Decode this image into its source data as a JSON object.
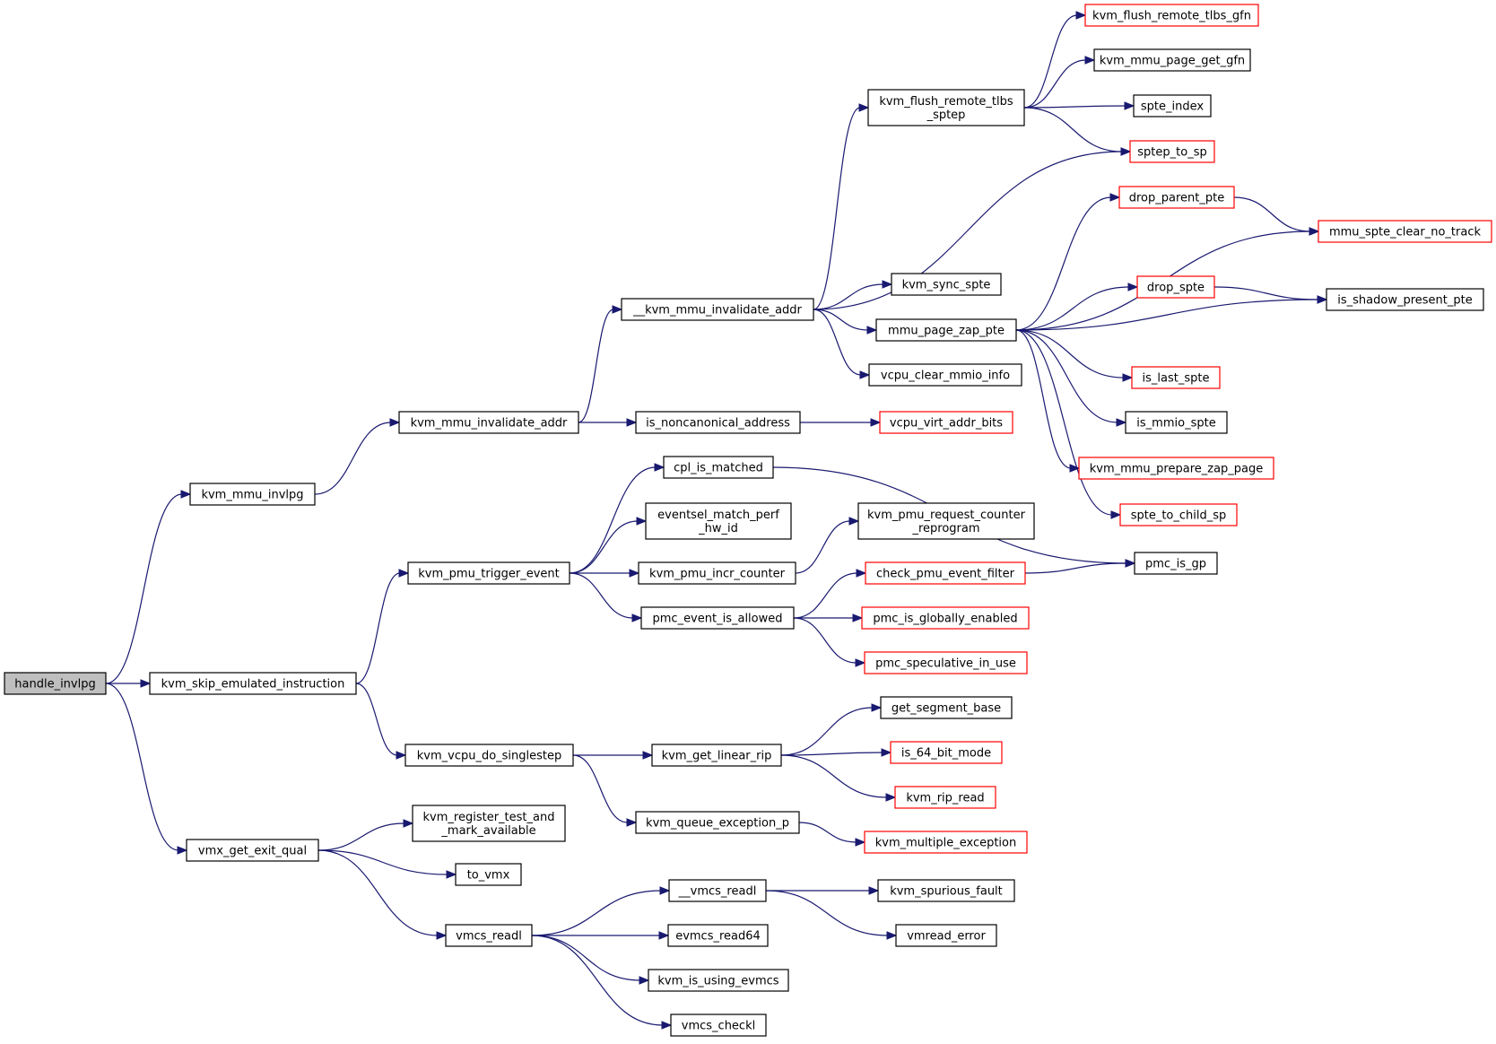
{
  "diagram": {
    "nodes": [
      {
        "id": "handle_invlpg",
        "label": [
          "handle_invlpg"
        ],
        "style": "gray"
      },
      {
        "id": "kvm_mmu_invlpg",
        "label": [
          "kvm_mmu_invlpg"
        ],
        "style": "black"
      },
      {
        "id": "kvm_skip_emulated_instruction",
        "label": [
          "kvm_skip_emulated_instruction"
        ],
        "style": "black"
      },
      {
        "id": "vmx_get_exit_qual",
        "label": [
          "vmx_get_exit_qual"
        ],
        "style": "black"
      },
      {
        "id": "kvm_mmu_invalidate_addr",
        "label": [
          "kvm_mmu_invalidate_addr"
        ],
        "style": "black"
      },
      {
        "id": "kvm_pmu_trigger_event",
        "label": [
          "kvm_pmu_trigger_event"
        ],
        "style": "black"
      },
      {
        "id": "kvm_vcpu_do_singlestep",
        "label": [
          "kvm_vcpu_do_singlestep"
        ],
        "style": "black"
      },
      {
        "id": "kvm_register_test_and_mark_available",
        "label": [
          "kvm_register_test_and",
          "_mark_available"
        ],
        "style": "black"
      },
      {
        "id": "to_vmx",
        "label": [
          "to_vmx"
        ],
        "style": "black"
      },
      {
        "id": "vmcs_readl",
        "label": [
          "vmcs_readl"
        ],
        "style": "black"
      },
      {
        "id": "__kvm_mmu_invalidate_addr",
        "label": [
          "__kvm_mmu_invalidate_addr"
        ],
        "style": "black"
      },
      {
        "id": "is_noncanonical_address",
        "label": [
          "is_noncanonical_address"
        ],
        "style": "black"
      },
      {
        "id": "cpl_is_matched",
        "label": [
          "cpl_is_matched"
        ],
        "style": "black"
      },
      {
        "id": "eventsel_match_perf_hw_id",
        "label": [
          "eventsel_match_perf",
          "_hw_id"
        ],
        "style": "black"
      },
      {
        "id": "kvm_pmu_incr_counter",
        "label": [
          "kvm_pmu_incr_counter"
        ],
        "style": "black"
      },
      {
        "id": "pmc_event_is_allowed",
        "label": [
          "pmc_event_is_allowed"
        ],
        "style": "black"
      },
      {
        "id": "kvm_get_linear_rip",
        "label": [
          "kvm_get_linear_rip"
        ],
        "style": "black"
      },
      {
        "id": "kvm_queue_exception_p",
        "label": [
          "kvm_queue_exception_p"
        ],
        "style": "black"
      },
      {
        "id": "__vmcs_readl",
        "label": [
          "__vmcs_readl"
        ],
        "style": "black"
      },
      {
        "id": "evmcs_read64",
        "label": [
          "evmcs_read64"
        ],
        "style": "black"
      },
      {
        "id": "kvm_is_using_evmcs",
        "label": [
          "kvm_is_using_evmcs"
        ],
        "style": "black"
      },
      {
        "id": "vmcs_checkl",
        "label": [
          "vmcs_checkl"
        ],
        "style": "black"
      },
      {
        "id": "kvm_flush_remote_tlbs_sptep",
        "label": [
          "kvm_flush_remote_tlbs",
          "_sptep"
        ],
        "style": "black"
      },
      {
        "id": "kvm_sync_spte",
        "label": [
          "kvm_sync_spte"
        ],
        "style": "black"
      },
      {
        "id": "mmu_page_zap_pte",
        "label": [
          "mmu_page_zap_pte"
        ],
        "style": "black"
      },
      {
        "id": "vcpu_clear_mmio_info",
        "label": [
          "vcpu_clear_mmio_info"
        ],
        "style": "black"
      },
      {
        "id": "vcpu_virt_addr_bits",
        "label": [
          "vcpu_virt_addr_bits"
        ],
        "style": "red"
      },
      {
        "id": "kvm_pmu_request_counter_reprogram",
        "label": [
          "kvm_pmu_request_counter",
          "_reprogram"
        ],
        "style": "black"
      },
      {
        "id": "check_pmu_event_filter",
        "label": [
          "check_pmu_event_filter"
        ],
        "style": "red"
      },
      {
        "id": "pmc_is_globally_enabled",
        "label": [
          "pmc_is_globally_enabled"
        ],
        "style": "red"
      },
      {
        "id": "pmc_speculative_in_use",
        "label": [
          "pmc_speculative_in_use"
        ],
        "style": "red"
      },
      {
        "id": "get_segment_base",
        "label": [
          "get_segment_base"
        ],
        "style": "black"
      },
      {
        "id": "is_64_bit_mode",
        "label": [
          "is_64_bit_mode"
        ],
        "style": "red"
      },
      {
        "id": "kvm_rip_read",
        "label": [
          "kvm_rip_read"
        ],
        "style": "red"
      },
      {
        "id": "kvm_multiple_exception",
        "label": [
          "kvm_multiple_exception"
        ],
        "style": "red"
      },
      {
        "id": "kvm_spurious_fault",
        "label": [
          "kvm_spurious_fault"
        ],
        "style": "black"
      },
      {
        "id": "vmread_error",
        "label": [
          "vmread_error"
        ],
        "style": "black"
      },
      {
        "id": "kvm_flush_remote_tlbs_gfn",
        "label": [
          "kvm_flush_remote_tlbs_gfn"
        ],
        "style": "red"
      },
      {
        "id": "kvm_mmu_page_get_gfn",
        "label": [
          "kvm_mmu_page_get_gfn"
        ],
        "style": "black"
      },
      {
        "id": "spte_index",
        "label": [
          "spte_index"
        ],
        "style": "black"
      },
      {
        "id": "sptep_to_sp",
        "label": [
          "sptep_to_sp"
        ],
        "style": "red"
      },
      {
        "id": "drop_parent_pte",
        "label": [
          "drop_parent_pte"
        ],
        "style": "red"
      },
      {
        "id": "drop_spte",
        "label": [
          "drop_spte"
        ],
        "style": "red"
      },
      {
        "id": "is_last_spte",
        "label": [
          "is_last_spte"
        ],
        "style": "red"
      },
      {
        "id": "is_mmio_spte",
        "label": [
          "is_mmio_spte"
        ],
        "style": "black"
      },
      {
        "id": "kvm_mmu_prepare_zap_page",
        "label": [
          "kvm_mmu_prepare_zap_page"
        ],
        "style": "red"
      },
      {
        "id": "spte_to_child_sp",
        "label": [
          "spte_to_child_sp"
        ],
        "style": "red"
      },
      {
        "id": "pmc_is_gp",
        "label": [
          "pmc_is_gp"
        ],
        "style": "black"
      },
      {
        "id": "mmu_spte_clear_no_track",
        "label": [
          "mmu_spte_clear_no_track"
        ],
        "style": "red"
      },
      {
        "id": "is_shadow_present_pte",
        "label": [
          "is_shadow_present_pte"
        ],
        "style": "black"
      }
    ],
    "edges": [
      [
        "handle_invlpg",
        "kvm_mmu_invlpg"
      ],
      [
        "handle_invlpg",
        "kvm_skip_emulated_instruction"
      ],
      [
        "handle_invlpg",
        "vmx_get_exit_qual"
      ],
      [
        "kvm_mmu_invlpg",
        "kvm_mmu_invalidate_addr"
      ],
      [
        "kvm_mmu_invalidate_addr",
        "__kvm_mmu_invalidate_addr"
      ],
      [
        "kvm_mmu_invalidate_addr",
        "is_noncanonical_address"
      ],
      [
        "is_noncanonical_address",
        "vcpu_virt_addr_bits"
      ],
      [
        "__kvm_mmu_invalidate_addr",
        "kvm_flush_remote_tlbs_sptep"
      ],
      [
        "__kvm_mmu_invalidate_addr",
        "sptep_to_sp"
      ],
      [
        "__kvm_mmu_invalidate_addr",
        "kvm_sync_spte"
      ],
      [
        "__kvm_mmu_invalidate_addr",
        "mmu_page_zap_pte"
      ],
      [
        "__kvm_mmu_invalidate_addr",
        "vcpu_clear_mmio_info"
      ],
      [
        "kvm_flush_remote_tlbs_sptep",
        "kvm_flush_remote_tlbs_gfn"
      ],
      [
        "kvm_flush_remote_tlbs_sptep",
        "kvm_mmu_page_get_gfn"
      ],
      [
        "kvm_flush_remote_tlbs_sptep",
        "spte_index"
      ],
      [
        "kvm_flush_remote_tlbs_sptep",
        "sptep_to_sp"
      ],
      [
        "mmu_page_zap_pte",
        "drop_parent_pte"
      ],
      [
        "mmu_page_zap_pte",
        "mmu_spte_clear_no_track"
      ],
      [
        "mmu_page_zap_pte",
        "drop_spte"
      ],
      [
        "mmu_page_zap_pte",
        "is_shadow_present_pte"
      ],
      [
        "mmu_page_zap_pte",
        "is_last_spte"
      ],
      [
        "mmu_page_zap_pte",
        "is_mmio_spte"
      ],
      [
        "mmu_page_zap_pte",
        "kvm_mmu_prepare_zap_page"
      ],
      [
        "mmu_page_zap_pte",
        "spte_to_child_sp"
      ],
      [
        "drop_parent_pte",
        "mmu_spte_clear_no_track"
      ],
      [
        "drop_spte",
        "is_shadow_present_pte"
      ],
      [
        "kvm_skip_emulated_instruction",
        "kvm_pmu_trigger_event"
      ],
      [
        "kvm_skip_emulated_instruction",
        "kvm_vcpu_do_singlestep"
      ],
      [
        "kvm_pmu_trigger_event",
        "cpl_is_matched"
      ],
      [
        "kvm_pmu_trigger_event",
        "eventsel_match_perf_hw_id"
      ],
      [
        "kvm_pmu_trigger_event",
        "kvm_pmu_incr_counter"
      ],
      [
        "kvm_pmu_trigger_event",
        "pmc_event_is_allowed"
      ],
      [
        "cpl_is_matched",
        "pmc_is_gp"
      ],
      [
        "kvm_pmu_incr_counter",
        "kvm_pmu_request_counter_reprogram"
      ],
      [
        "pmc_event_is_allowed",
        "check_pmu_event_filter"
      ],
      [
        "pmc_event_is_allowed",
        "pmc_is_globally_enabled"
      ],
      [
        "pmc_event_is_allowed",
        "pmc_speculative_in_use"
      ],
      [
        "check_pmu_event_filter",
        "pmc_is_gp"
      ],
      [
        "kvm_vcpu_do_singlestep",
        "kvm_get_linear_rip"
      ],
      [
        "kvm_vcpu_do_singlestep",
        "kvm_queue_exception_p"
      ],
      [
        "kvm_get_linear_rip",
        "get_segment_base"
      ],
      [
        "kvm_get_linear_rip",
        "is_64_bit_mode"
      ],
      [
        "kvm_get_linear_rip",
        "kvm_rip_read"
      ],
      [
        "kvm_queue_exception_p",
        "kvm_multiple_exception"
      ],
      [
        "vmx_get_exit_qual",
        "kvm_register_test_and_mark_available"
      ],
      [
        "vmx_get_exit_qual",
        "to_vmx"
      ],
      [
        "vmx_get_exit_qual",
        "vmcs_readl"
      ],
      [
        "vmcs_readl",
        "__vmcs_readl"
      ],
      [
        "vmcs_readl",
        "evmcs_read64"
      ],
      [
        "vmcs_readl",
        "kvm_is_using_evmcs"
      ],
      [
        "vmcs_readl",
        "vmcs_checkl"
      ],
      [
        "__vmcs_readl",
        "kvm_spurious_fault"
      ],
      [
        "__vmcs_readl",
        "vmread_error"
      ]
    ]
  }
}
